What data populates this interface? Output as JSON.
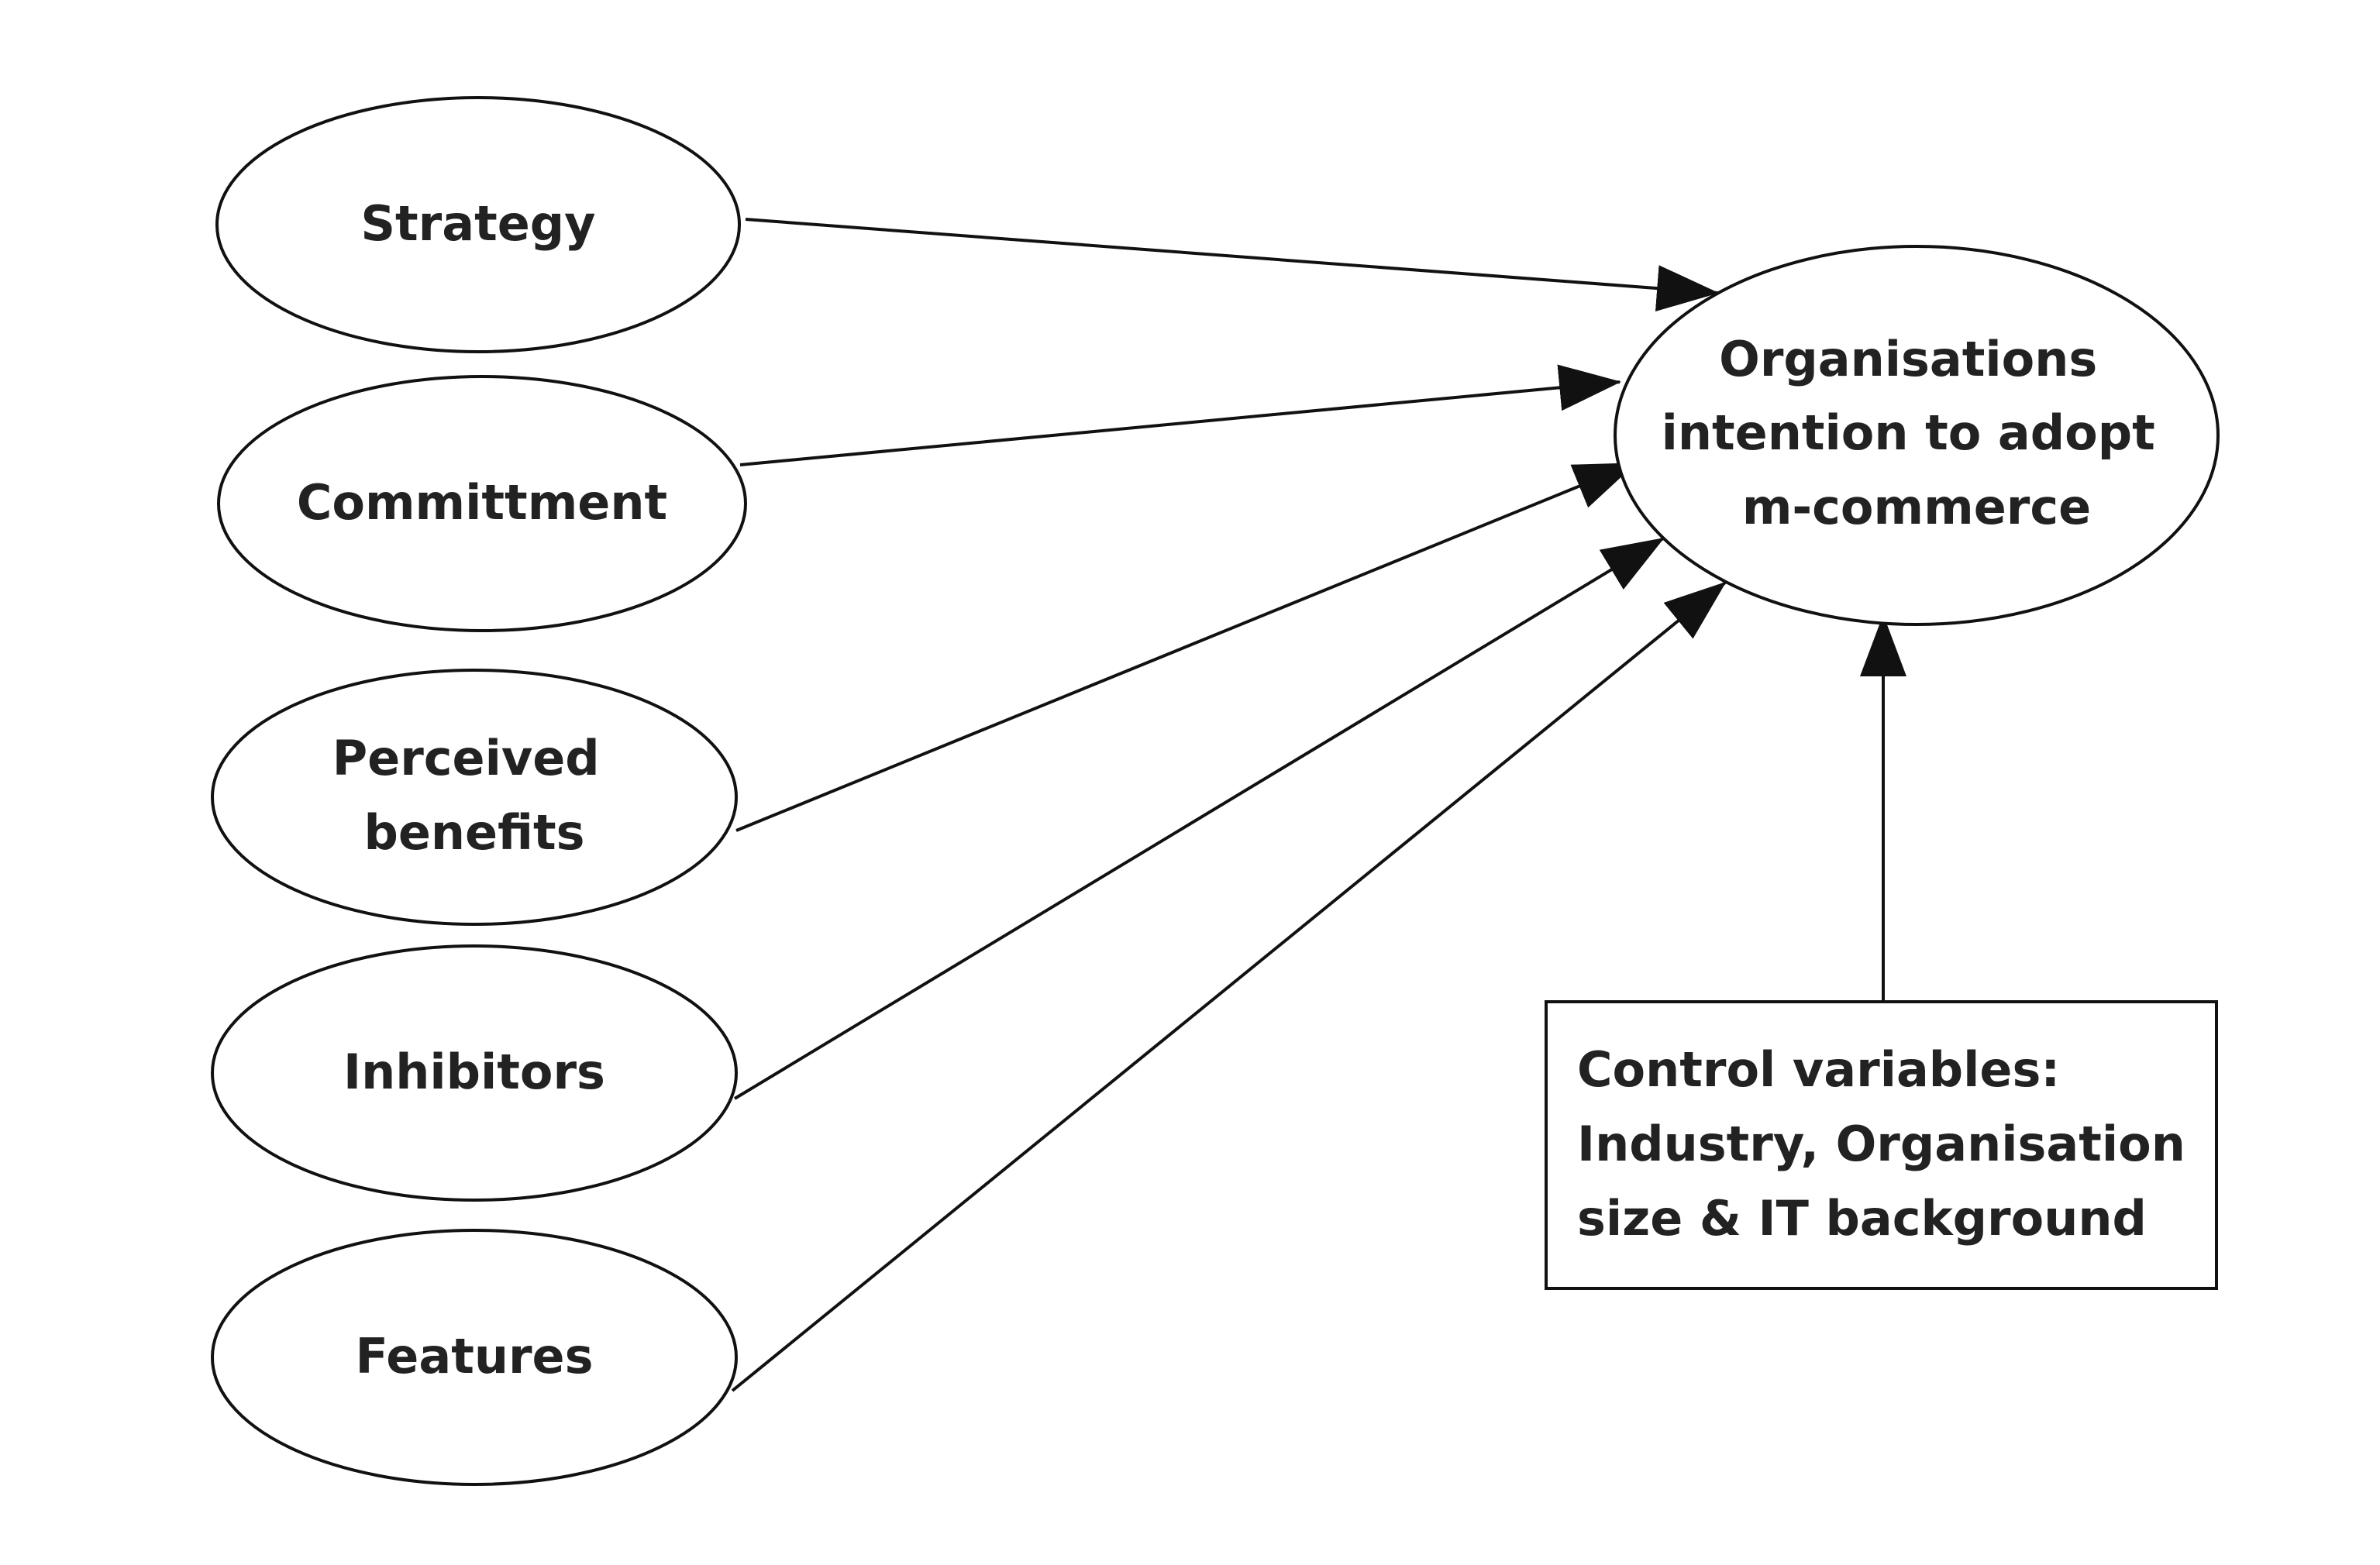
{
  "colors": {
    "background": "#ffffff",
    "stroke": "#111111",
    "text": "#222222"
  },
  "nodes": {
    "strategy": {
      "lines": [
        "Strategy"
      ]
    },
    "commitment": {
      "lines": [
        "Committment"
      ]
    },
    "perceived_benefits": {
      "lines": [
        "Perceived",
        "benefits"
      ]
    },
    "inhibitors": {
      "lines": [
        "Inhibitors"
      ]
    },
    "features": {
      "lines": [
        "Features"
      ]
    },
    "intention": {
      "lines": [
        "Organisations",
        "intention to adopt",
        "m-commerce"
      ]
    },
    "controls": {
      "lines": [
        "Control variables:",
        "Industry, Organisation",
        "size & IT background"
      ]
    }
  },
  "edges": [
    {
      "from": "strategy",
      "to": "intention"
    },
    {
      "from": "commitment",
      "to": "intention"
    },
    {
      "from": "perceived_benefits",
      "to": "intention"
    },
    {
      "from": "inhibitors",
      "to": "intention"
    },
    {
      "from": "features",
      "to": "intention"
    },
    {
      "from": "controls",
      "to": "intention"
    }
  ]
}
